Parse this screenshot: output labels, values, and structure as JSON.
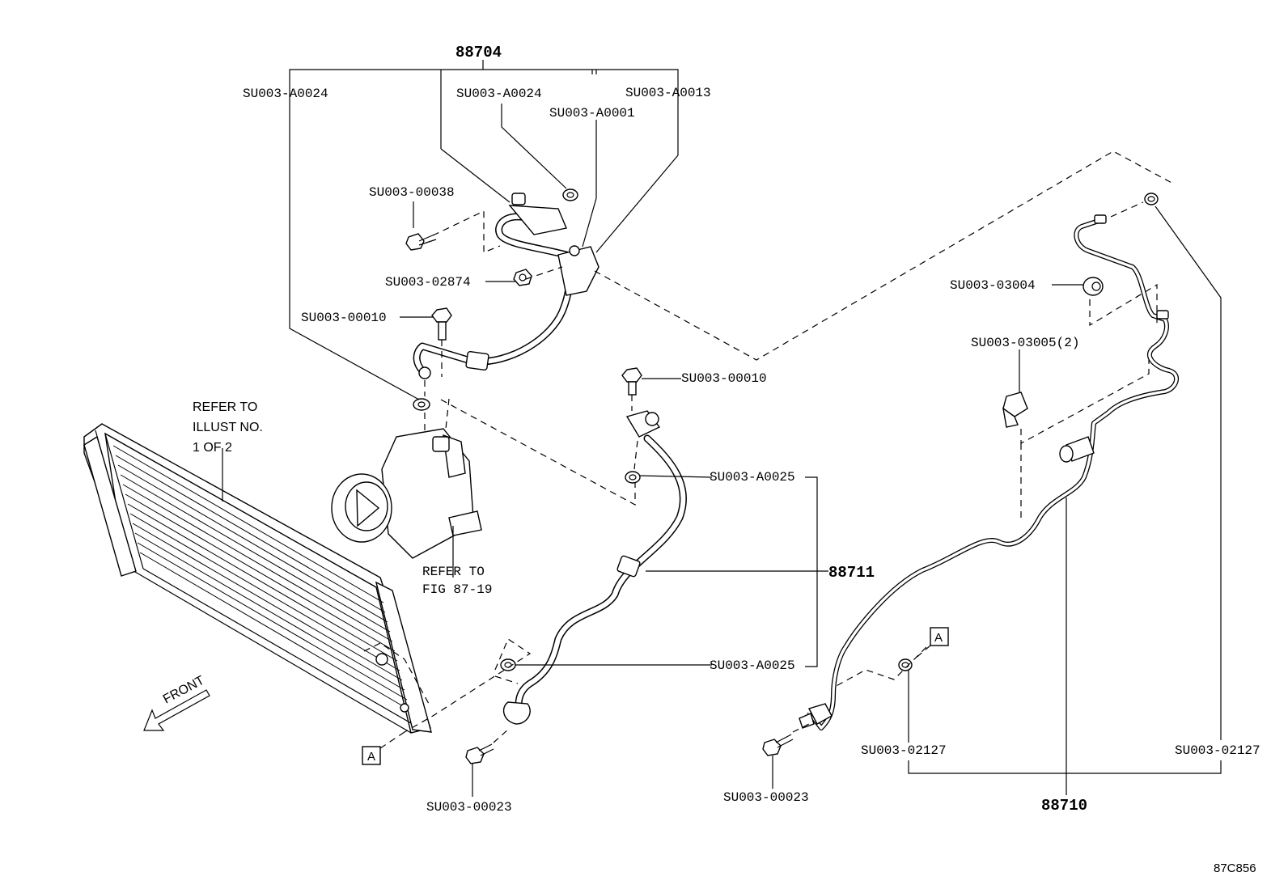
{
  "figure_id": "87C856",
  "groups": {
    "g88704": "88704",
    "g88711": "88711",
    "g88710": "88710"
  },
  "labels": {
    "l_a0024_left": "SU003-A0024",
    "l_a0024_mid": "SU003-A0024",
    "l_a0013": "SU003-A0013",
    "l_a0001": "SU003-A0001",
    "l_00038": "SU003-00038",
    "l_02874": "SU003-02874",
    "l_00010_top": "SU003-00010",
    "l_00010_right": "SU003-00010",
    "l_a0025_top": "SU003-A0025",
    "l_a0025_bottom": "SU003-A0025",
    "l_00023_left": "SU003-00023",
    "l_00023_mid": "SU003-00023",
    "l_03004": "SU003-03004",
    "l_03005": "SU003-03005(2)",
    "l_02127_mid": "SU003-02127",
    "l_02127_right": "SU003-02127"
  },
  "notes": {
    "condenser_ref": [
      "REFER TO",
      "ILLUST NO.",
      "1 OF 2"
    ],
    "compressor_ref": [
      "REFER TO",
      "FIG 87-19"
    ],
    "front": "FRONT"
  },
  "callouts": {
    "a_bottom": "A",
    "a_right": "A"
  }
}
